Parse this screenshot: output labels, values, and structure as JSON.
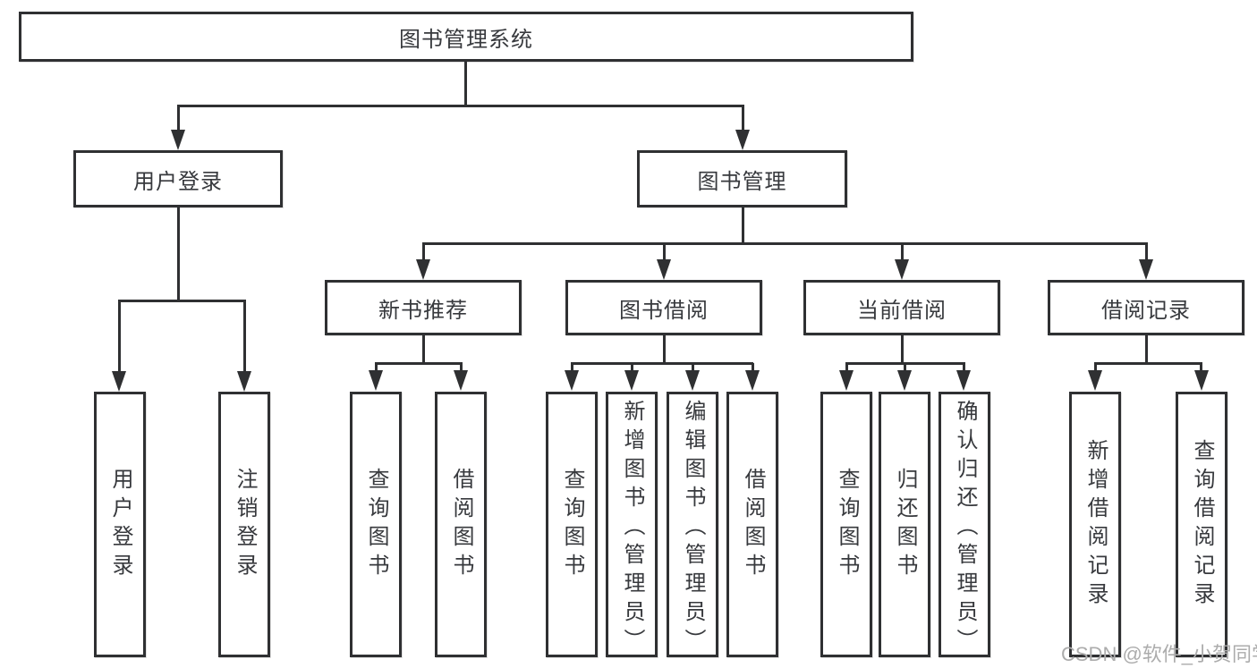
{
  "tree": {
    "root": "图书管理系统",
    "children": [
      {
        "label": "用户登录",
        "children": [
          {
            "label": "用户登录"
          },
          {
            "label": "注销登录"
          }
        ]
      },
      {
        "label": "图书管理",
        "children": [
          {
            "label": "新书推荐",
            "children": [
              {
                "label": "查询图书"
              },
              {
                "label": "借阅图书"
              }
            ]
          },
          {
            "label": "图书借阅",
            "children": [
              {
                "label": "查询图书"
              },
              {
                "label": "新增图书（管理员）"
              },
              {
                "label": "编辑图书（管理员）"
              },
              {
                "label": "借阅图书"
              }
            ]
          },
          {
            "label": "当前借阅",
            "children": [
              {
                "label": "查询图书"
              },
              {
                "label": "归还图书"
              },
              {
                "label": "确认归还（管理员）"
              }
            ]
          },
          {
            "label": "借阅记录",
            "children": [
              {
                "label": "新增借阅记录"
              },
              {
                "label": "查询借阅记录"
              }
            ]
          }
        ]
      }
    ]
  },
  "watermark": {
    "text": "CSDN @软件_小贺同学"
  },
  "colors": {
    "line": "#2f3032",
    "text": "#37393d",
    "background": "#ffffff",
    "watermark": "#acacac"
  }
}
